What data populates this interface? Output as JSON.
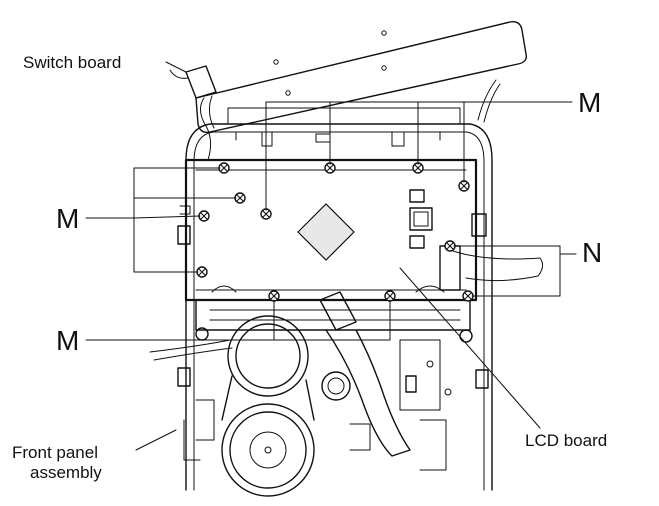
{
  "labels": {
    "switch_board": "Switch board",
    "m_top": "M",
    "m_left": "M",
    "m_bottom": "M",
    "n": "N",
    "lcd_board": "LCD board",
    "front_panel_line1": "Front panel",
    "front_panel_line2": "assembly"
  },
  "colors": {
    "ink": "#111111",
    "background": "#ffffff",
    "lcd_fill": "#e8e8e8"
  }
}
